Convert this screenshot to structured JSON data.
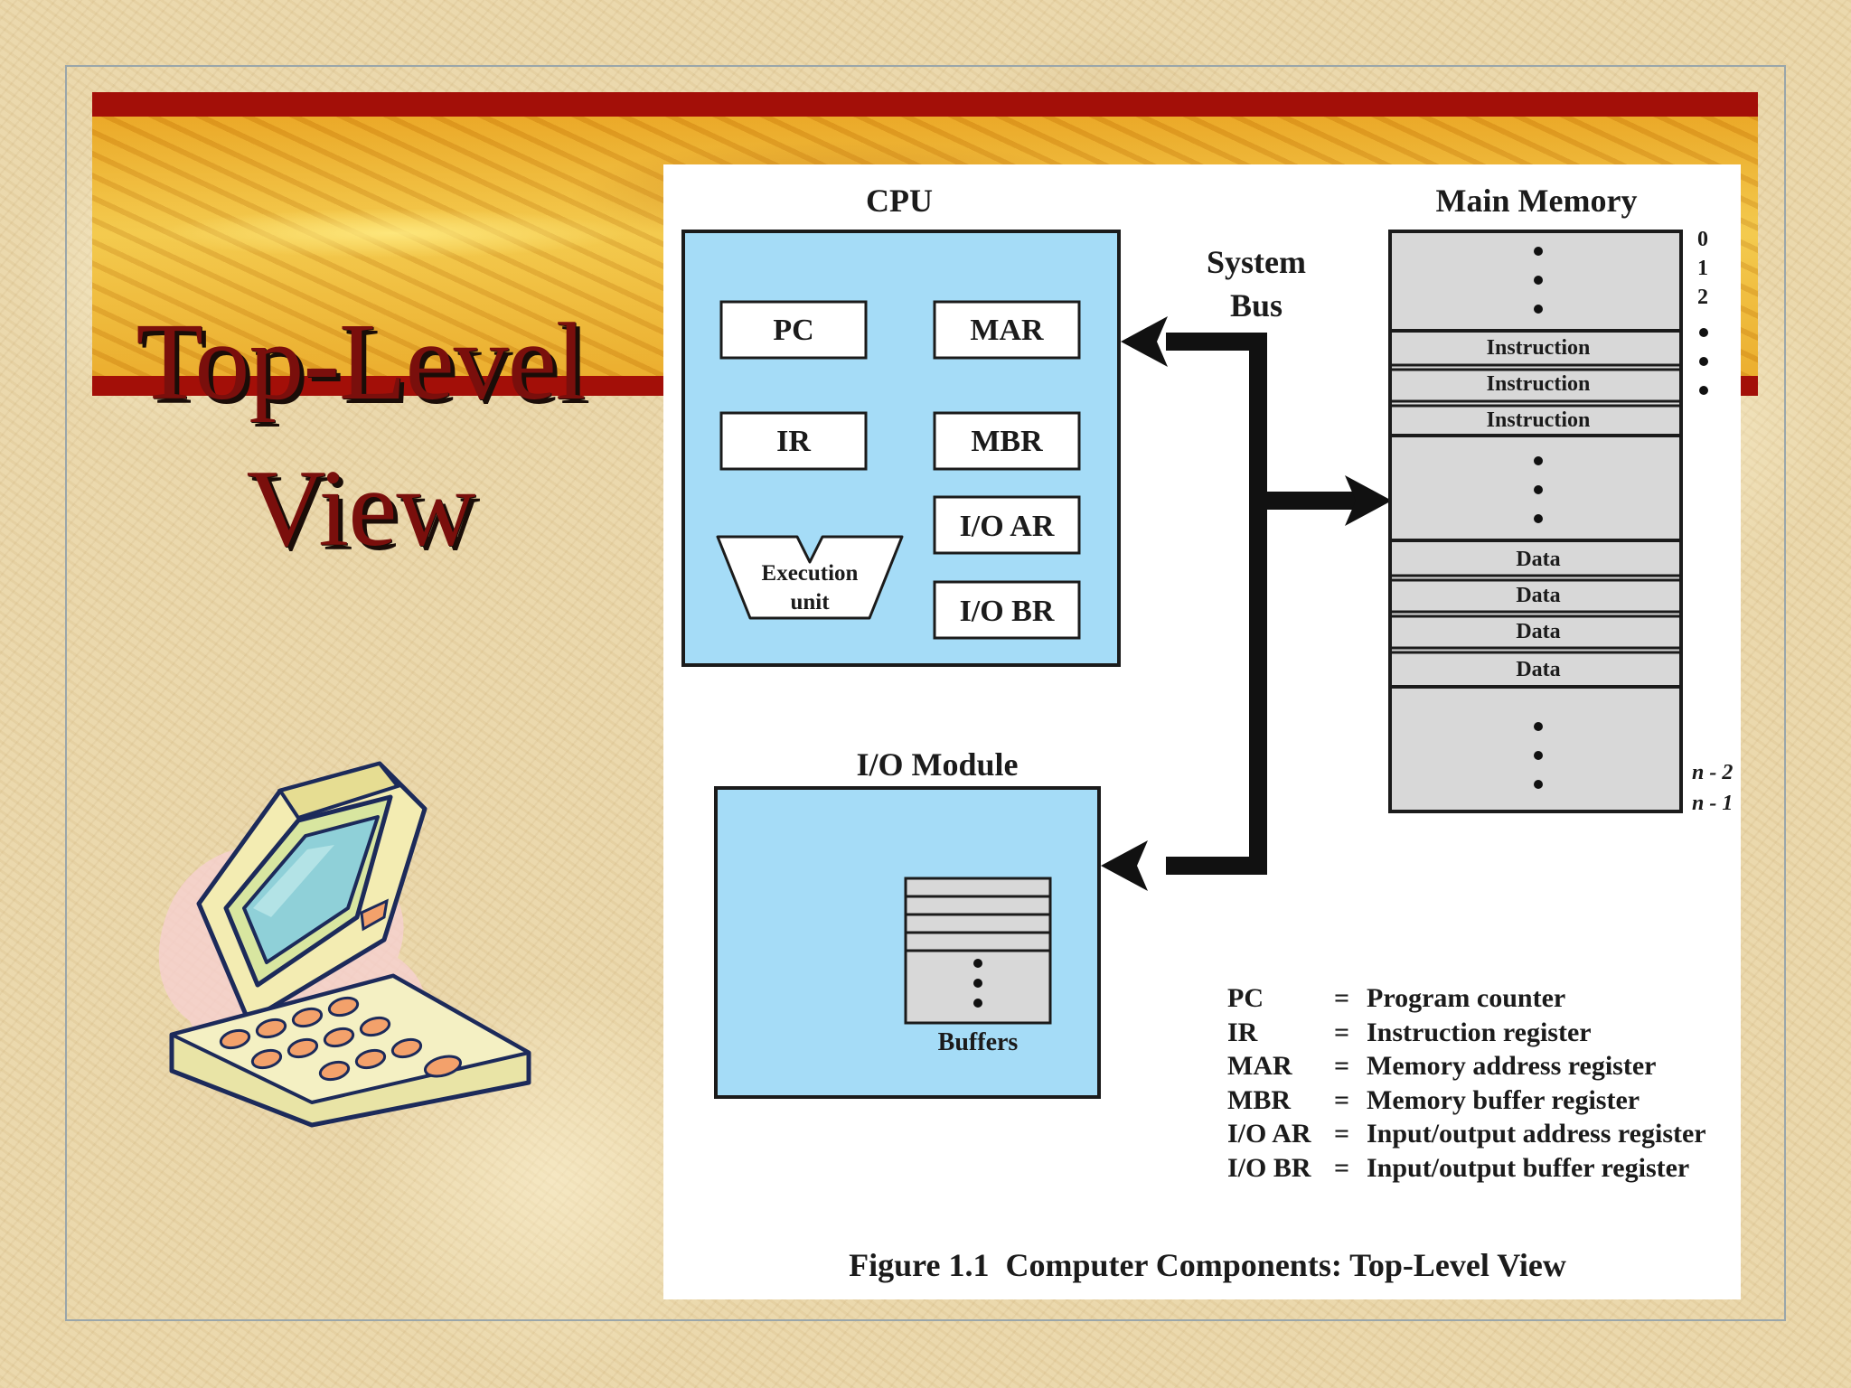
{
  "slide": {
    "title_line1": "Top-Level",
    "title_line2": "View"
  },
  "diagram": {
    "cpu_label": "CPU",
    "registers": [
      "PC",
      "MAR",
      "IR",
      "MBR",
      "I/O AR",
      "I/O BR"
    ],
    "execution_unit": [
      "Execution",
      "unit"
    ],
    "system_bus": [
      "System",
      "Bus"
    ],
    "main_memory_label": "Main Memory",
    "memory_cells": [
      "Instruction",
      "Instruction",
      "Instruction",
      "Data",
      "Data",
      "Data",
      "Data"
    ],
    "address_labels_top": [
      "0",
      "1",
      "2"
    ],
    "address_labels_bottom": [
      "n - 2",
      "n - 1"
    ],
    "io_module_label": "I/O Module",
    "buffers_label": "Buffers",
    "legend": [
      {
        "abbr": "PC",
        "eq": "=",
        "meaning": "Program counter"
      },
      {
        "abbr": "IR",
        "eq": "=",
        "meaning": "Instruction register"
      },
      {
        "abbr": "MAR",
        "eq": "=",
        "meaning": "Memory address register"
      },
      {
        "abbr": "MBR",
        "eq": "=",
        "meaning": "Memory buffer register"
      },
      {
        "abbr": "I/O AR",
        "eq": "=",
        "meaning": "Input/output address register"
      },
      {
        "abbr": "I/O BR",
        "eq": "=",
        "meaning": "Input/output buffer register"
      }
    ],
    "caption": "Figure 1.1  Computer Components: Top-Level View"
  },
  "colors": {
    "box_fill": "#a5dcf7",
    "memory_fill": "#d8d8d8",
    "title_color": "#7a0f0c",
    "bar_red": "#a30f08"
  },
  "icons": [
    "computer-clipart-icon"
  ]
}
